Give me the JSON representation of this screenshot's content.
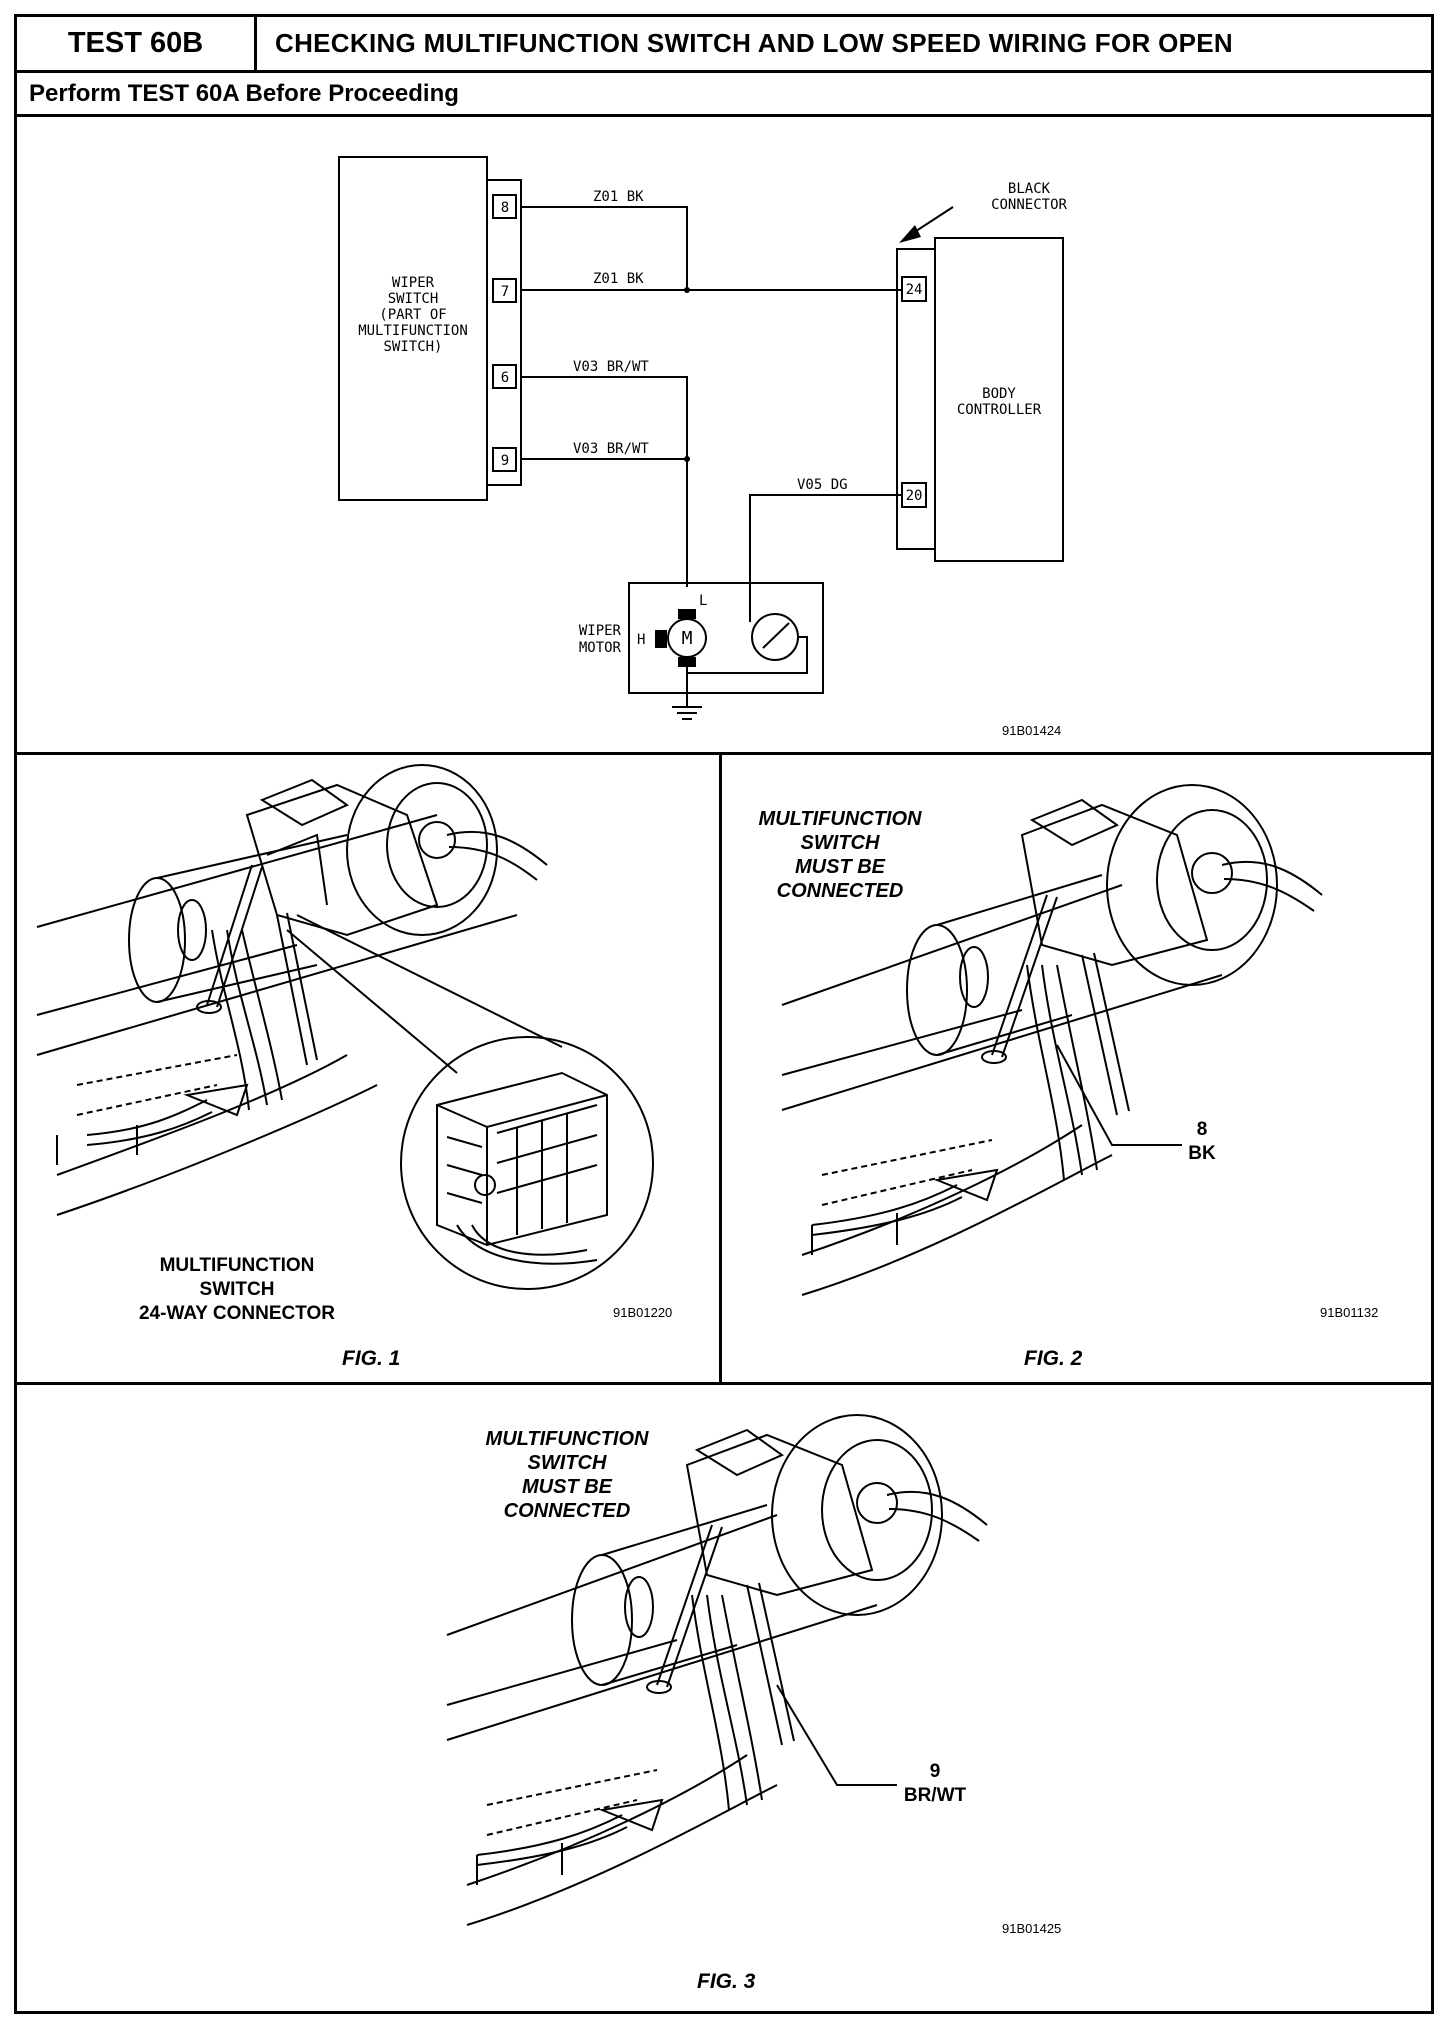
{
  "header": {
    "test_id": "TEST 60B",
    "title": "CHECKING MULTIFUNCTION SWITCH AND LOW SPEED WIRING FOR OPEN",
    "prerequisite": "Perform TEST 60A Before Proceeding"
  },
  "schematic": {
    "wiper_switch_label": [
      "WIPER",
      "SWITCH",
      "(PART OF",
      "MULTIFUNCTION",
      "SWITCH)"
    ],
    "pins": [
      "8",
      "7",
      "6",
      "9"
    ],
    "wires": [
      {
        "pin": "8",
        "label": "Z01 BK"
      },
      {
        "pin": "7",
        "label": "Z01 BK"
      },
      {
        "pin": "6",
        "label": "V03 BR/WT"
      },
      {
        "pin": "9",
        "label": "V03 BR/WT"
      }
    ],
    "connector_label": [
      "BLACK",
      "CONNECTOR"
    ],
    "controller_label": [
      "BODY",
      "CONTROLLER"
    ],
    "controller_pins": [
      "24",
      "20"
    ],
    "v05_label": "V05 DG",
    "motor_label": [
      "WIPER",
      "MOTOR"
    ],
    "motor_symbol": "M",
    "terminal_h": "H",
    "terminal_l": "L",
    "code": "91B01424"
  },
  "fig1": {
    "label": [
      "MULTIFUNCTION",
      "SWITCH",
      "24-WAY CONNECTOR"
    ],
    "code": "91B01220",
    "caption": "FIG. 1"
  },
  "fig2": {
    "note": [
      "MULTIFUNCTION",
      "SWITCH",
      "MUST BE",
      "CONNECTED"
    ],
    "pin": "8",
    "wire": "BK",
    "code": "91B01132",
    "caption": "FIG. 2"
  },
  "fig3": {
    "note": [
      "MULTIFUNCTION",
      "SWITCH",
      "MUST BE",
      "CONNECTED"
    ],
    "pin": "9",
    "wire": "BR/WT",
    "code": "91B01425",
    "caption": "FIG. 3"
  }
}
